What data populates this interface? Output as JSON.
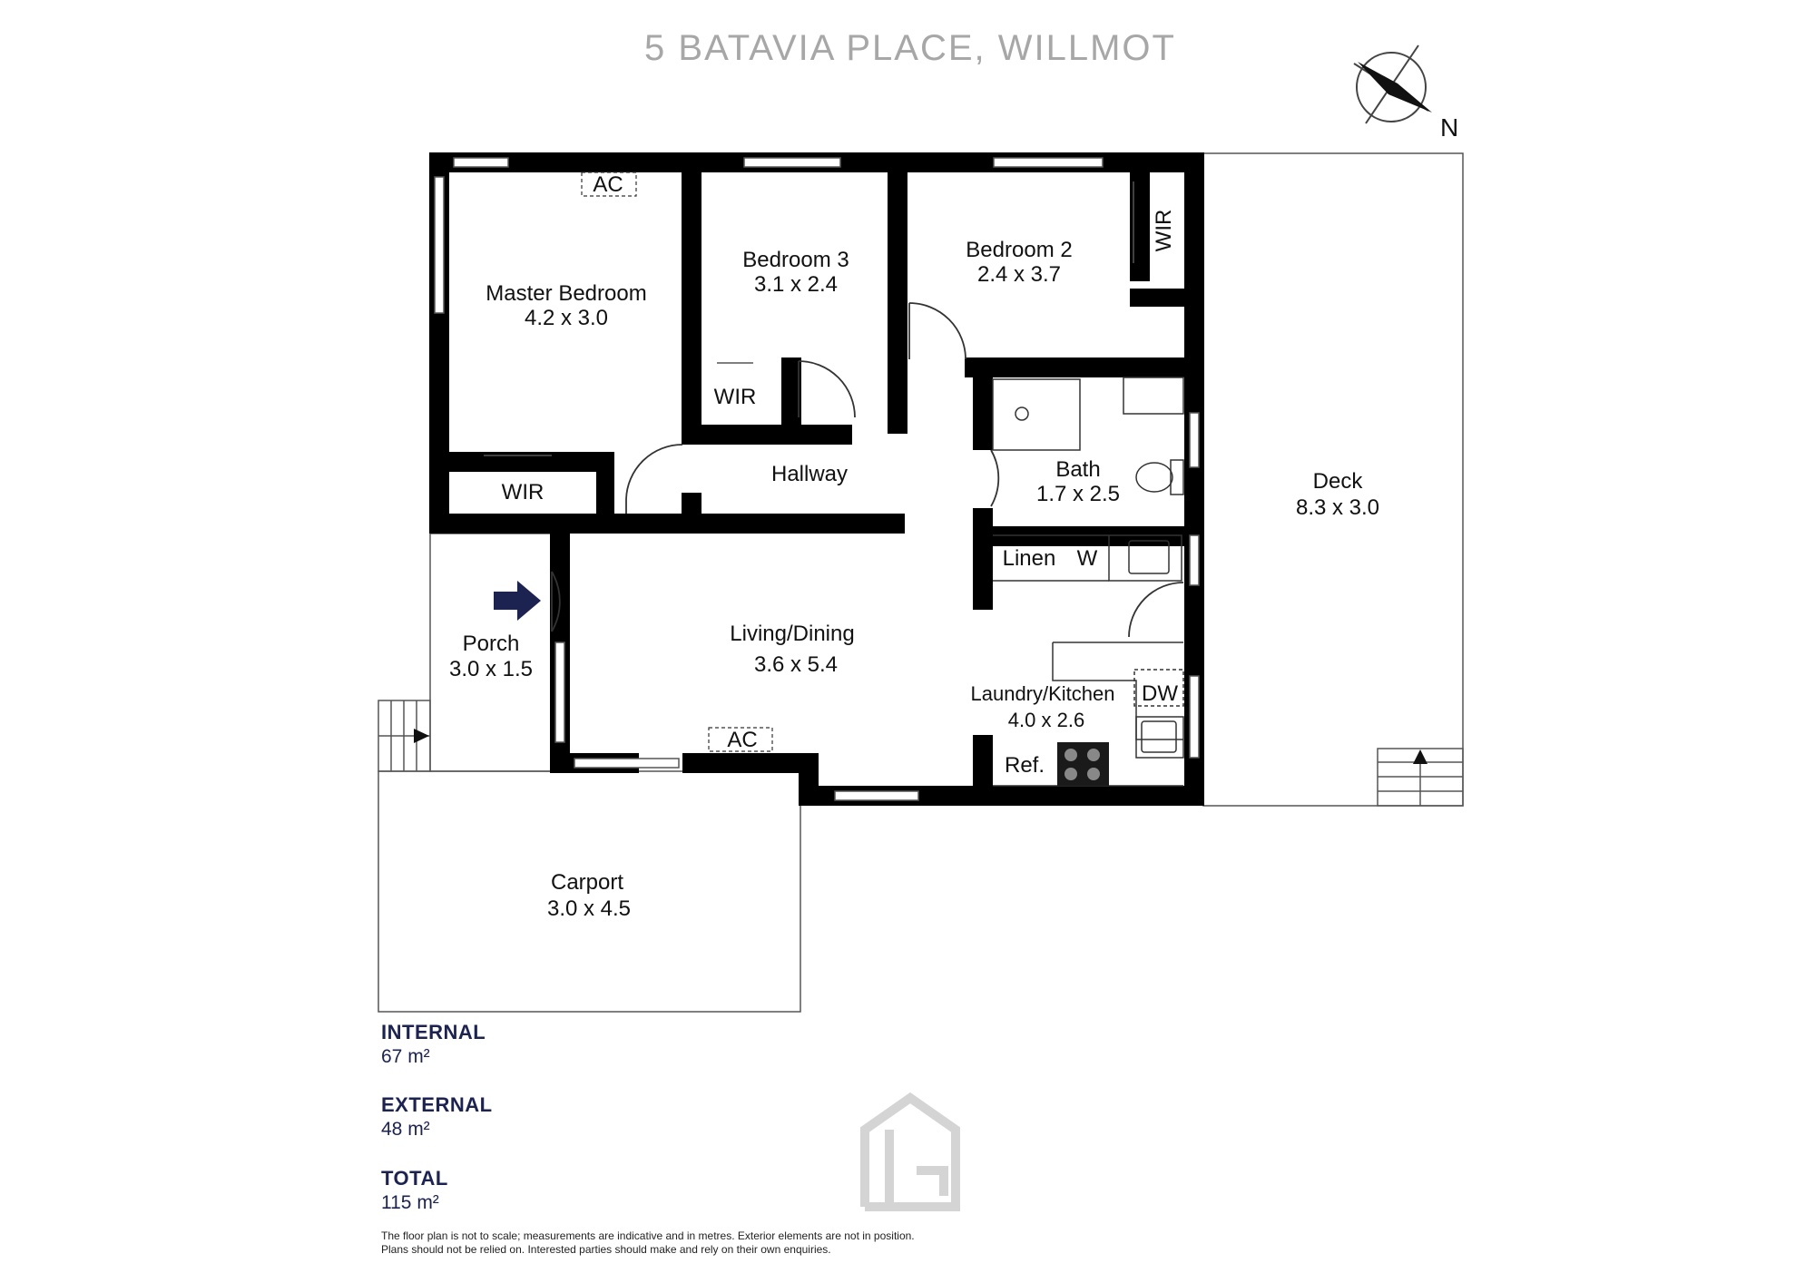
{
  "title": "5 BATAVIA PLACE, WILLMOT",
  "compass": {
    "north_label": "N"
  },
  "rooms": [
    {
      "name": "Master Bedroom",
      "size": "4.2 x 3.0"
    },
    {
      "name": "Bedroom 3",
      "size": "3.1 x 2.4"
    },
    {
      "name": "Bedroom 2",
      "size": "2.4 x 3.7"
    },
    {
      "name": "Hallway",
      "size": ""
    },
    {
      "name": "Bath",
      "size": "1.7 x 2.5"
    },
    {
      "name": "Deck",
      "size": "8.3 x 3.0"
    },
    {
      "name": "Living/Dining",
      "size": "3.6 x 5.4"
    },
    {
      "name": "Laundry/Kitchen",
      "size": "4.0 x 2.6"
    },
    {
      "name": "Porch",
      "size": "3.0 x 1.5"
    },
    {
      "name": "Carport",
      "size": "3.0 x 4.5"
    }
  ],
  "fixtures": {
    "ac_top": "AC",
    "ac_bottom": "AC",
    "wir_master": "WIR",
    "wir_bed3": "WIR",
    "wir_bed2": "WIR",
    "linen": "Linen",
    "washer": "W",
    "dishwasher": "DW",
    "fridge": "Ref."
  },
  "areas": {
    "internal_label": "INTERNAL",
    "internal_value": "67 m²",
    "external_label": "EXTERNAL",
    "external_value": "48 m²",
    "total_label": "TOTAL",
    "total_value": "115 m²"
  },
  "disclaimer": {
    "line1": "The floor plan is not to scale; measurements are indicative and in metres. Exterior elements are not in position.",
    "line2": "Plans should not be relied on. Interested parties should make and rely on their own enquiries."
  },
  "colors": {
    "wall": "#000000",
    "accent": "#1c2350",
    "title": "#a7a7a7",
    "logo": "#d4d4d4"
  }
}
